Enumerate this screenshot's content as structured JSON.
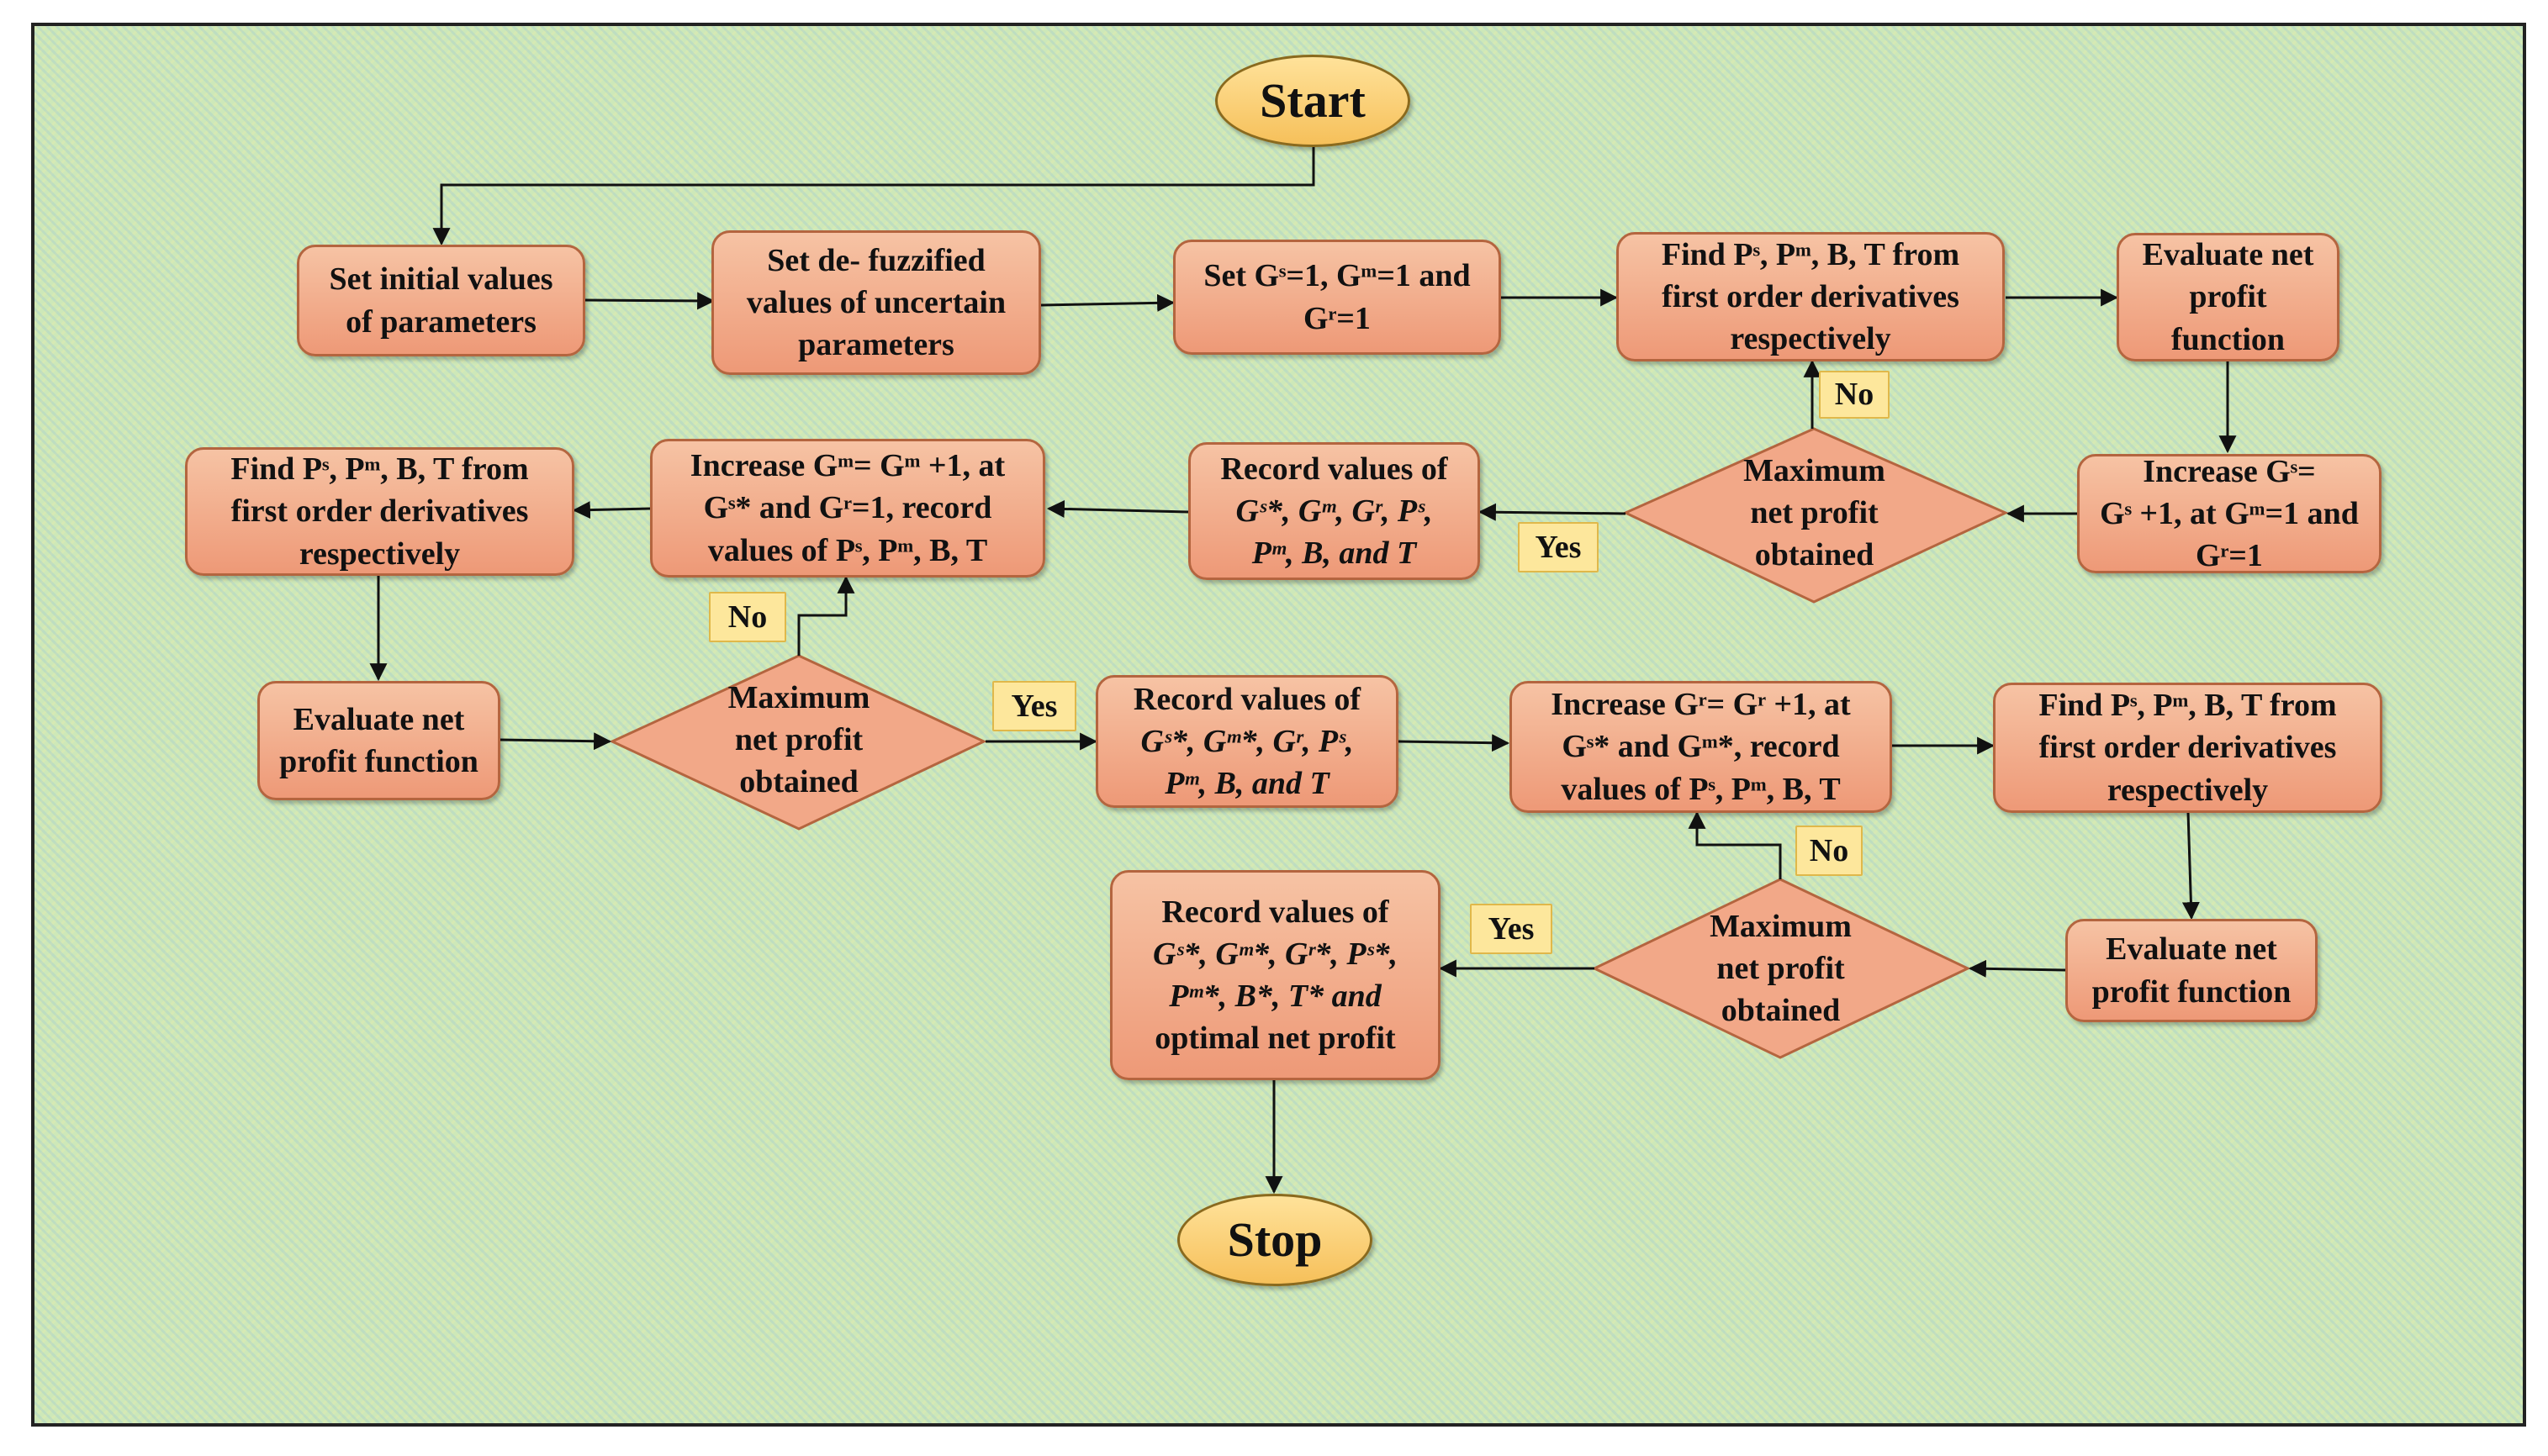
{
  "terminals": {
    "start": "Start",
    "stop": "Stop"
  },
  "tags": {
    "no": "No",
    "yes": "Yes"
  },
  "decision": {
    "line1": "Maximum",
    "line2": "net profit",
    "line3": "obtained"
  },
  "box_set_initial": {
    "line1": "Set initial values",
    "line2": "of parameters"
  },
  "box_set_defuzz": {
    "line1": "Set de- fuzzified",
    "line2": "values of uncertain",
    "line3": "parameters"
  },
  "box_set_g": {
    "line1": "Set Gˢ=1, Gᵐ=1 and",
    "line2": "Gʳ=1"
  },
  "find_pmbt": {
    "line1": "Find Pˢ, Pᵐ, B, T from",
    "line2": "first order derivatives",
    "line3": "respectively"
  },
  "box_evaluate_1": {
    "line1": "Evaluate net",
    "line2": "profit",
    "line3": "function"
  },
  "box_evaluate_2": {
    "line1": "Evaluate net",
    "line2": "profit function"
  },
  "box_increase_gs": {
    "line1": "Increase Gˢ=",
    "line2": "Gˢ +1, at Gᵐ=1 and",
    "line3": "Gʳ=1"
  },
  "box_record_1": {
    "line1": "Record values of",
    "line2": "Gˢ*, Gᵐ, Gʳ, Pˢ,",
    "line3": "Pᵐ, B, and T"
  },
  "box_increase_gm": {
    "line1": "Increase Gᵐ= Gᵐ +1, at",
    "line2": "Gˢ* and Gʳ=1, record",
    "line3": "values of Pˢ, Pᵐ, B, T"
  },
  "box_record_2": {
    "line1": "Record values of",
    "line2": "Gˢ*, Gᵐ*, Gʳ, Pˢ,",
    "line3": "Pᵐ, B, and T"
  },
  "box_increase_gr": {
    "line1": "Increase Gʳ= Gʳ +1, at",
    "line2": "Gˢ* and Gᵐ*, record",
    "line3": "values of Pˢ, Pᵐ, B, T"
  },
  "box_record_final": {
    "line1": "Record values of",
    "line2": "Gˢ*, Gᵐ*, Gʳ*, Pˢ*,",
    "line3": "Pᵐ*, B*, T* and",
    "line4": "optimal net profit"
  },
  "colors": {
    "box_fill": "#f2a888",
    "box_border": "#b4653f",
    "terminal_fill": "#fcd27a",
    "tag_fill": "#fde79c",
    "background": "#cde8b8"
  }
}
